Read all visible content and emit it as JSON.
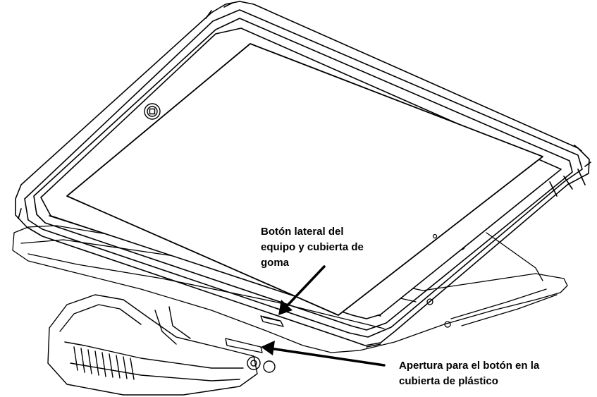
{
  "figure": {
    "callouts": [
      {
        "id": "side-button",
        "text": "Botón lateral del\nequipo y cubierta de\ngoma"
      },
      {
        "id": "button-opening",
        "text": "Apertura para el botón en la\ncubierta de plástico"
      }
    ],
    "colors": {
      "line": "#000000",
      "screen": "#ffffff",
      "background": "#ffffff"
    }
  }
}
